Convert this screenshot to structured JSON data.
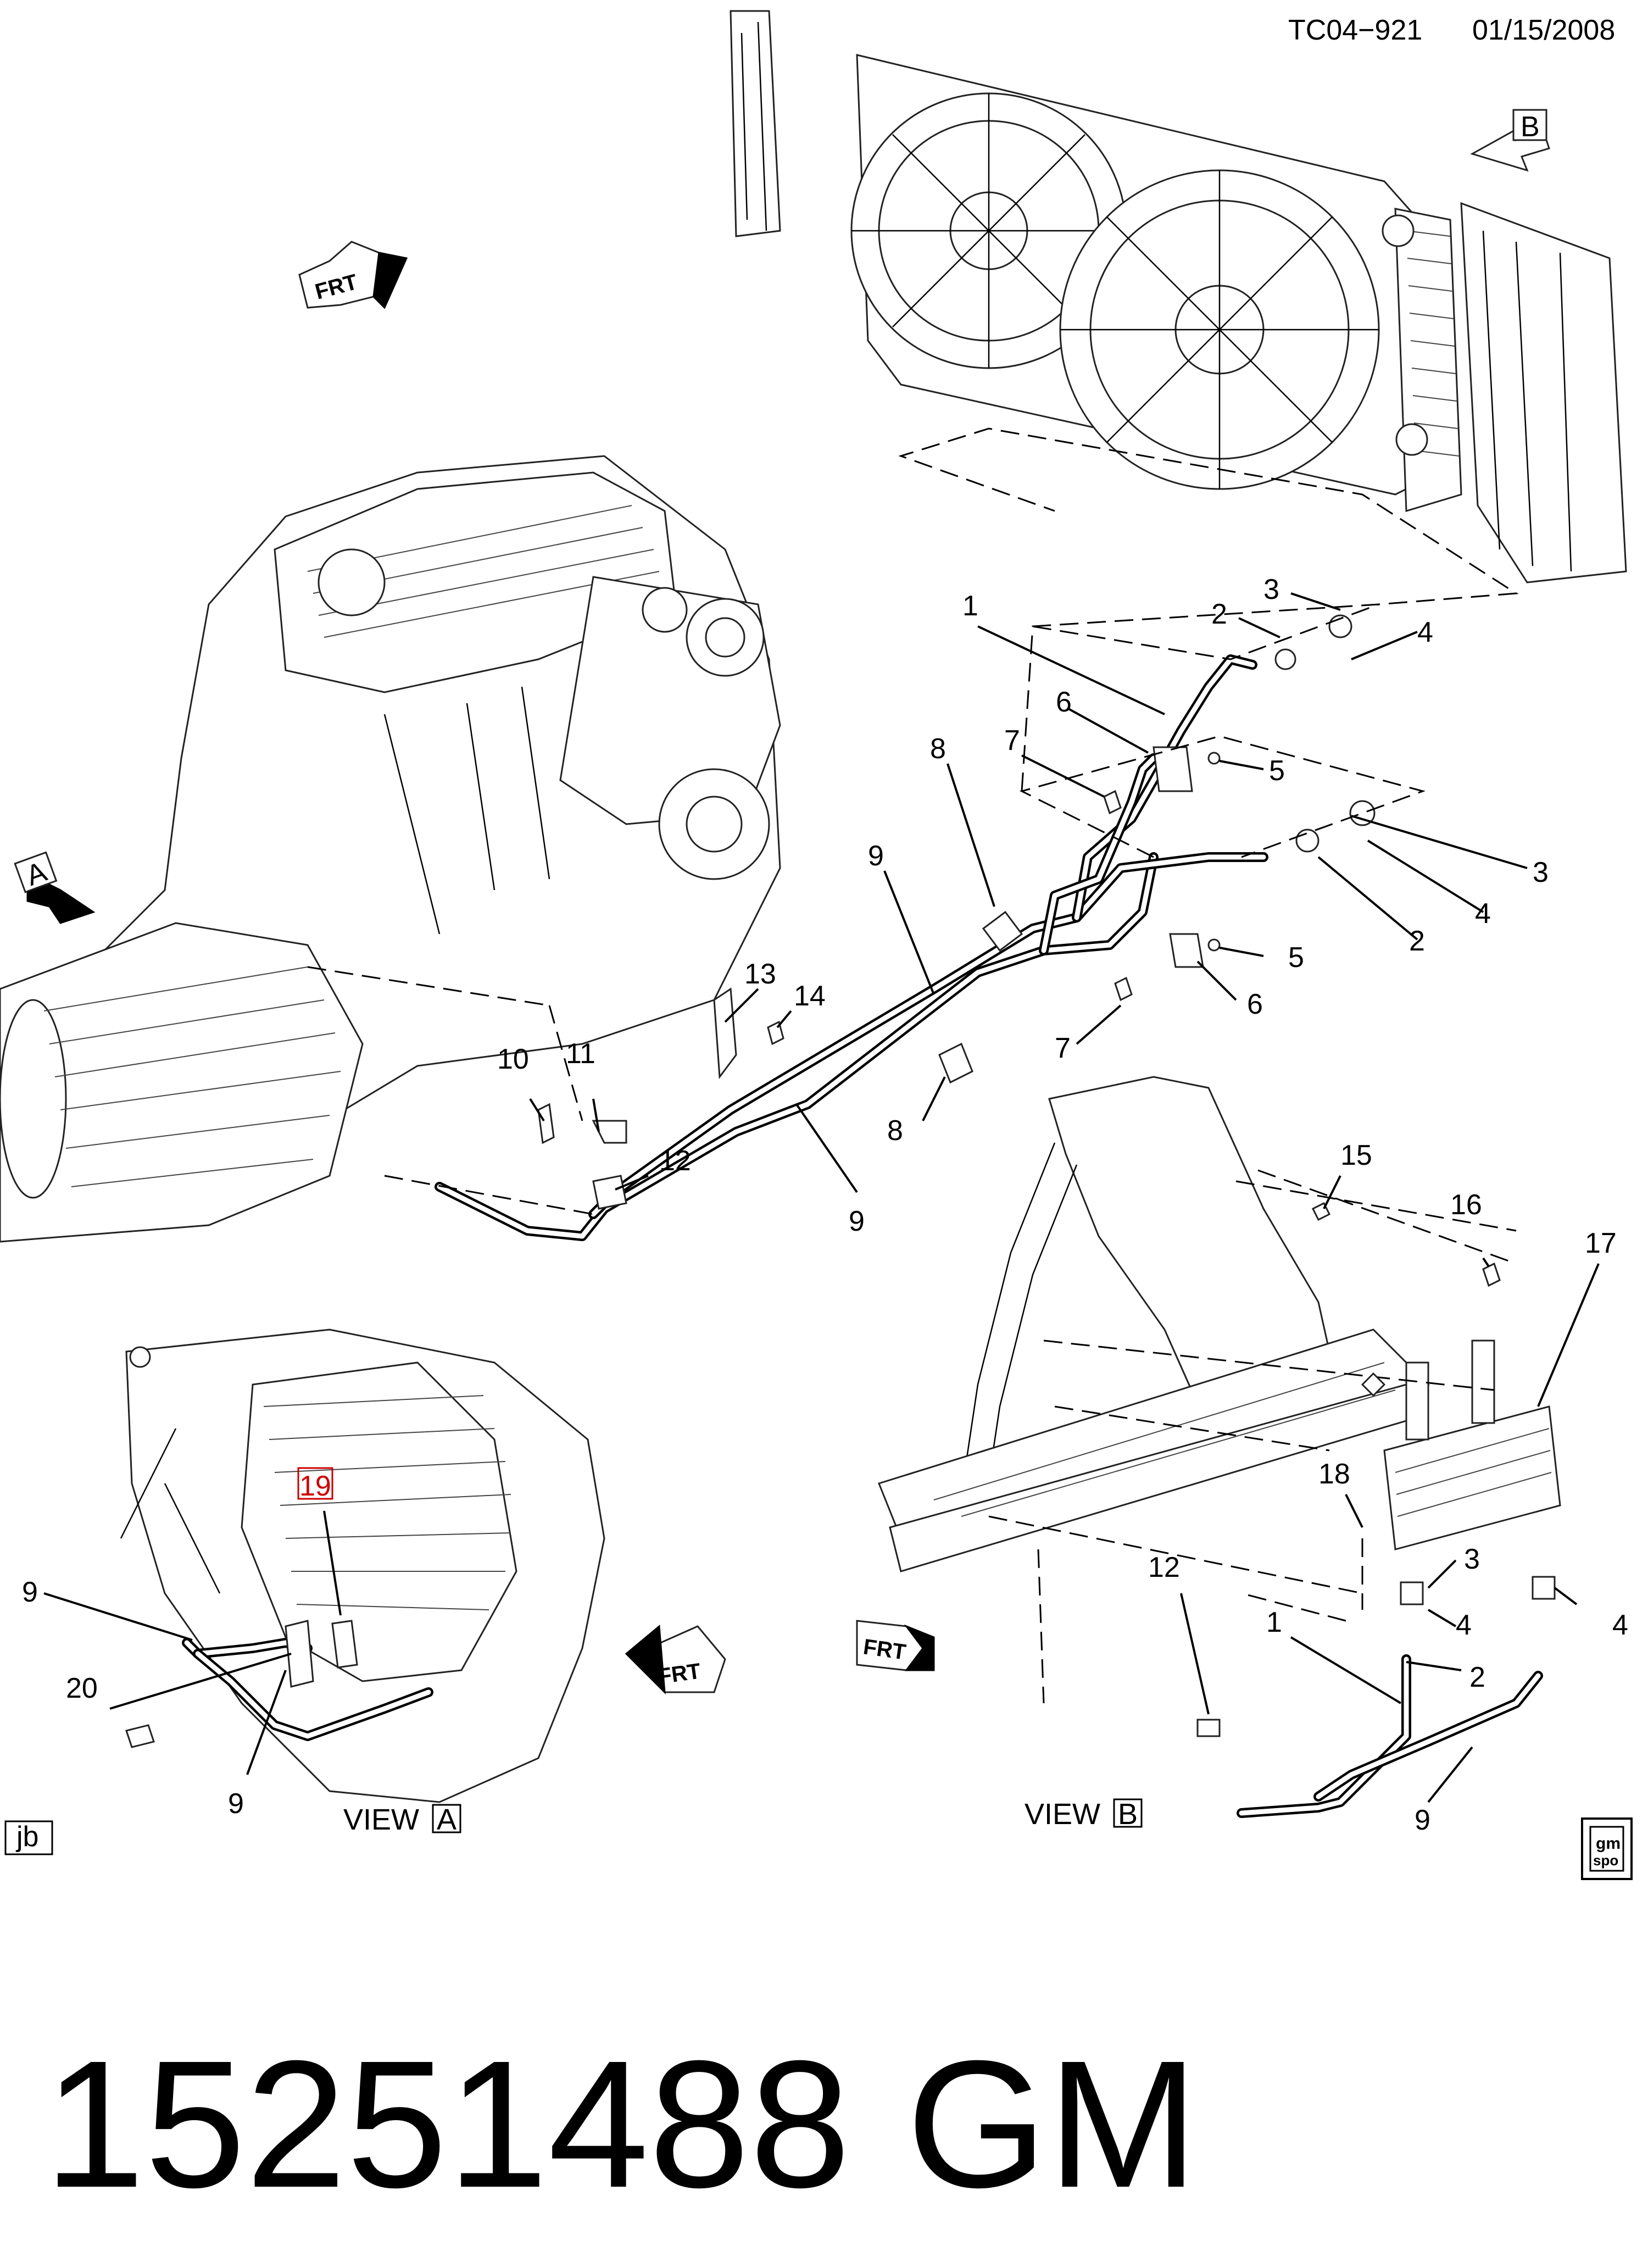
{
  "header": {
    "code": "TC04−921",
    "date": "01/15/2008"
  },
  "views": {
    "view_a": {
      "label": "VIEW",
      "letter": "A"
    },
    "view_b": {
      "label": "VIEW",
      "letter": "B"
    }
  },
  "arrows": {
    "view_marker_a": "A",
    "view_marker_b": "B",
    "front_label": "FRT"
  },
  "corner_marks": {
    "left": "jb",
    "right_top": "gm",
    "right_bottom": "spo"
  },
  "part_number": "15251488",
  "brand": "GM",
  "callouts": [
    {
      "id": "c1",
      "text": "1"
    },
    {
      "id": "c2",
      "text": "2"
    },
    {
      "id": "c3",
      "text": "3"
    },
    {
      "id": "c4",
      "text": "4"
    },
    {
      "id": "c6",
      "text": "6"
    },
    {
      "id": "c5",
      "text": "5"
    },
    {
      "id": "c8",
      "text": "8"
    },
    {
      "id": "c7",
      "text": "7"
    },
    {
      "id": "c9",
      "text": "9"
    },
    {
      "id": "c3b",
      "text": "3"
    },
    {
      "id": "c4b",
      "text": "4"
    },
    {
      "id": "c2b",
      "text": "2"
    },
    {
      "id": "c5b",
      "text": "5"
    },
    {
      "id": "c6b",
      "text": "6"
    },
    {
      "id": "c7b",
      "text": "7"
    },
    {
      "id": "c13",
      "text": "13"
    },
    {
      "id": "c14",
      "text": "14"
    },
    {
      "id": "c10",
      "text": "10"
    },
    {
      "id": "c11",
      "text": "11"
    },
    {
      "id": "c12",
      "text": "12"
    },
    {
      "id": "c9b",
      "text": "9"
    },
    {
      "id": "c8b",
      "text": "8"
    },
    {
      "id": "c15",
      "text": "15"
    },
    {
      "id": "c16",
      "text": "16"
    },
    {
      "id": "c17",
      "text": "17"
    },
    {
      "id": "c18",
      "text": "18"
    },
    {
      "id": "c19",
      "text": "19"
    },
    {
      "id": "c9c",
      "text": "9"
    },
    {
      "id": "c20",
      "text": "20"
    },
    {
      "id": "c9d",
      "text": "9"
    },
    {
      "id": "c12b",
      "text": "12"
    },
    {
      "id": "c1b",
      "text": "1"
    },
    {
      "id": "c3c",
      "text": "3"
    },
    {
      "id": "c4c",
      "text": "4"
    },
    {
      "id": "c4d",
      "text": "4"
    },
    {
      "id": "c2c",
      "text": "2"
    },
    {
      "id": "c9e",
      "text": "9"
    }
  ],
  "colors": {
    "ink": "#000000",
    "highlight": "#cc0000",
    "paper": "#ffffff"
  }
}
